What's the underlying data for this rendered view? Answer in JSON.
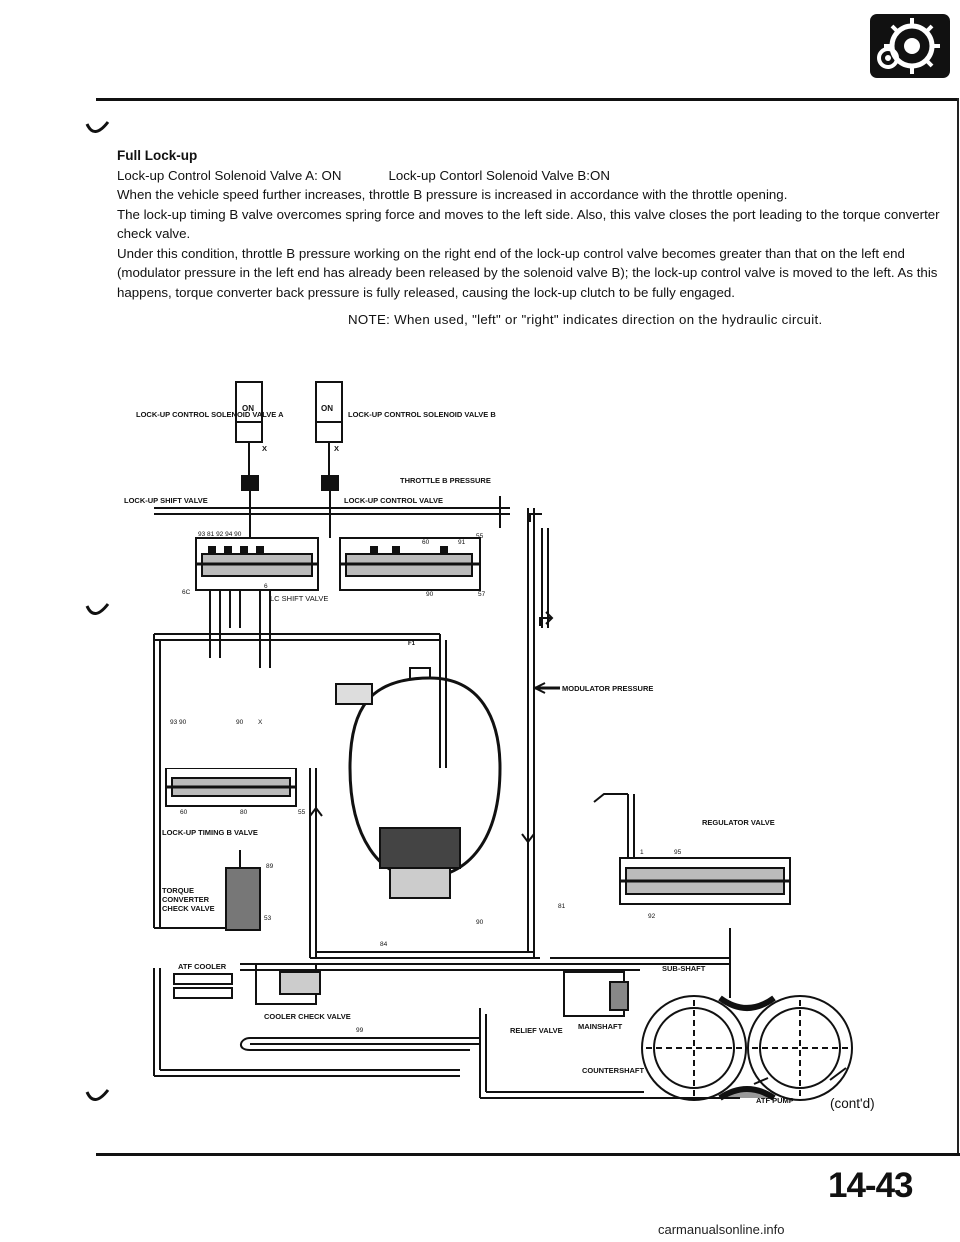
{
  "heading": "Full Lock-up",
  "solenoid_a_line": "Lock-up Control Solenoid Valve A: ON",
  "solenoid_b_line": "Lock-up Contorl Solenoid Valve B:ON",
  "paragraphs": [
    "When the vehicle speed further increases, throttle B pressure is increased in accordance with the throttle opening.",
    "The lock-up timing B valve overcomes spring force and moves to the left side. Also, this valve closes the port leading to the torque converter check valve.",
    "Under this condition, throttle B pressure working on the right end of the lock-up control valve becomes greater than that on the left end (modulator pressure in the left end has already been released by the solenoid valve B); the lock-up control valve is moved to the left. As this happens, torque converter back pressure is fully released, causing the lock-up clutch to be fully engaged."
  ],
  "note": "NOTE: When used, \"left\" or \"right\" indicates direction on the hydraulic circuit.",
  "diagram": {
    "labels": {
      "solenoid_a": "LOCK-UP CONTROL SOLENOID VALVE A",
      "solenoid_b": "LOCK-UP CONTROL SOLENOID VALVE B",
      "on_a": "ON",
      "on_b": "ON",
      "x_a": "X",
      "x_b": "X",
      "throttle_b_pressure": "THROTTLE B PRESSURE",
      "lockup_shift_valve": "LOCK-UP SHIFT VALVE",
      "lockup_control_valve": "LOCK-UP CONTROL VALVE",
      "lc_shift_valve": "LC SHIFT VALVE",
      "modulator_pressure": "MODULATOR PRESSURE",
      "regulator_valve": "REGULATOR VALVE",
      "lockup_timing_b_valve": "LOCK-UP TIMING B VALVE",
      "torque_converter_check_valve": "TORQUE CONVERTER CHECK VALVE",
      "sub_shaft": "SUB-SHAFT",
      "atf_cooler": "ATF COOLER",
      "cooler_check_valve": "COOLER CHECK VALVE",
      "relief_valve": "RELIEF VALVE",
      "mainshaft": "MAINSHAFT",
      "countershaft": "COUNTERSHAFT",
      "atf_pump": "ATF PUMP",
      "f1": "F1"
    },
    "port_numbers": {
      "shift_valve_ports": "93 81 92 94 90",
      "p_6c": "6C",
      "p_6": "6",
      "p_60_a": "60",
      "p_91": "91",
      "p_55_a": "55",
      "p_90_a": "90",
      "p_57": "57",
      "timing_ports": "93 90",
      "p_90_b": "90",
      "p_x": "X",
      "p_60_b": "60",
      "p_80": "80",
      "p_55_b": "55",
      "p_89": "89",
      "p_53": "53",
      "p_84": "84",
      "p_90_c": "90",
      "p_81": "81",
      "p_1": "1",
      "p_95": "95",
      "p_92": "92",
      "p_99": "99"
    }
  },
  "contd": "(cont'd)",
  "page_number": "14-43",
  "watermark": "carmanualsonline.info"
}
